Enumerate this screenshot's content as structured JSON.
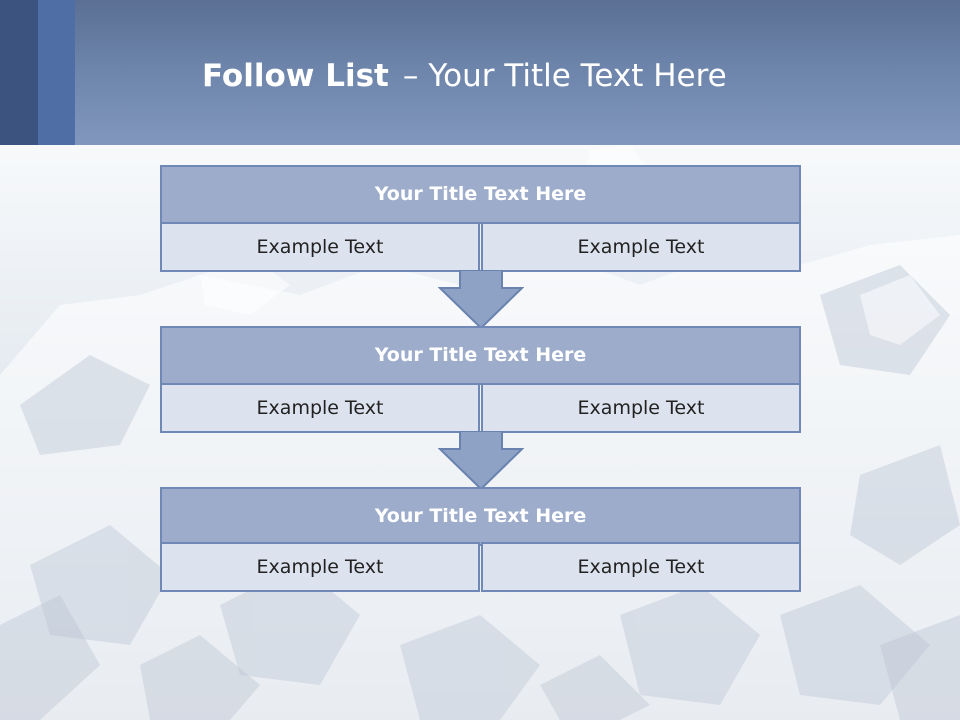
{
  "header": {
    "title_bold": "Follow List",
    "title_dash": "–",
    "title_rest": "Your Title Text Here"
  },
  "blocks": [
    {
      "title": "Your Title Text Here",
      "left": "Example Text",
      "right": "Example Text"
    },
    {
      "title": "Your Title Text Here",
      "left": "Example Text",
      "right": "Example Text"
    },
    {
      "title": "Your Title Text Here",
      "left": "Example Text",
      "right": "Example Text"
    }
  ],
  "colors": {
    "header_dark": "#3c5380",
    "header_accent": "#4f6ea6",
    "box_title_fill": "#9daccb",
    "box_cell_fill": "#dde3ee",
    "box_border": "#7088b5",
    "arrow_fill": "#8ea2c6"
  }
}
